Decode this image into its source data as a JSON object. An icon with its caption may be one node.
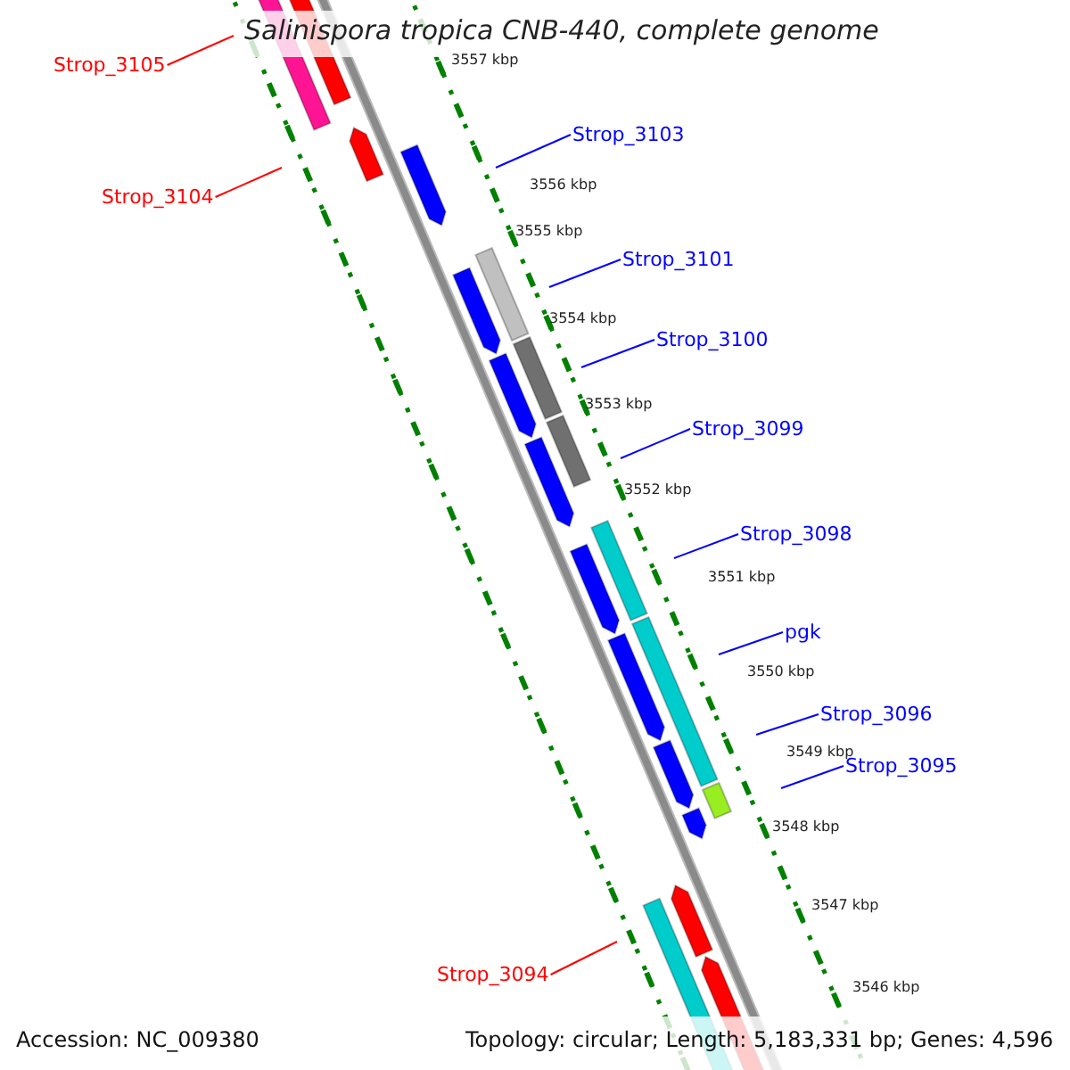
{
  "diagram": {
    "title": "Salinispora tropica CNB-440, complete genome",
    "nodes": [
      {
        "text": [
          "Strop_3105"
        ]
      },
      {
        "text": [
          "Strop_3104"
        ]
      },
      {
        "text": [
          "Strop_3103"
        ]
      },
      {
        "text": [
          "Strop_3101"
        ]
      },
      {
        "text": [
          "Strop_3100"
        ]
      },
      {
        "text": [
          "Strop_3099"
        ]
      },
      {
        "text": [
          "Strop_3098"
        ]
      },
      {
        "text": [
          "pgk"
        ]
      },
      {
        "text": [
          "Strop_3096"
        ]
      },
      {
        "text": [
          "Strop_3095"
        ]
      },
      {
        "text": [
          "Strop_3094"
        ]
      }
    ],
    "edges": [
      {
        "from": 0,
        "to": null,
        "arrow": "none",
        "color": "#ff0000"
      },
      {
        "from": 1,
        "to": null,
        "arrow": "none",
        "color": "#ff0000"
      },
      {
        "from": 2,
        "to": null,
        "arrow": "none"
      },
      {
        "from": 3,
        "to": null,
        "arrow": "none"
      },
      {
        "from": 4,
        "to": null,
        "arrow": "none"
      },
      {
        "from": 5,
        "to": null,
        "arrow": "none"
      },
      {
        "from": 6,
        "to": null,
        "arrow": "none"
      },
      {
        "from": 7,
        "to": null,
        "arrow": "none"
      },
      {
        "from": 8,
        "to": null,
        "arrow": "none"
      },
      {
        "from": 9,
        "to": null,
        "arrow": "none"
      },
      {
        "from": 10,
        "to": null,
        "arrow": "none",
        "color": "#ff0000"
      }
    ],
    "labels": [
      "3557 kbp",
      "3556 kbp",
      "3555 kbp",
      "3554 kbp",
      "3553 kbp",
      "3552 kbp",
      "3551 kbp",
      "3550 kbp",
      "3549 kbp",
      "3548 kbp",
      "3547 kbp",
      "3546 kbp",
      "Accession: NC_009380",
      "Topology: circular; Length: 5,183,331 bp; Genes: 4,596"
    ]
  }
}
